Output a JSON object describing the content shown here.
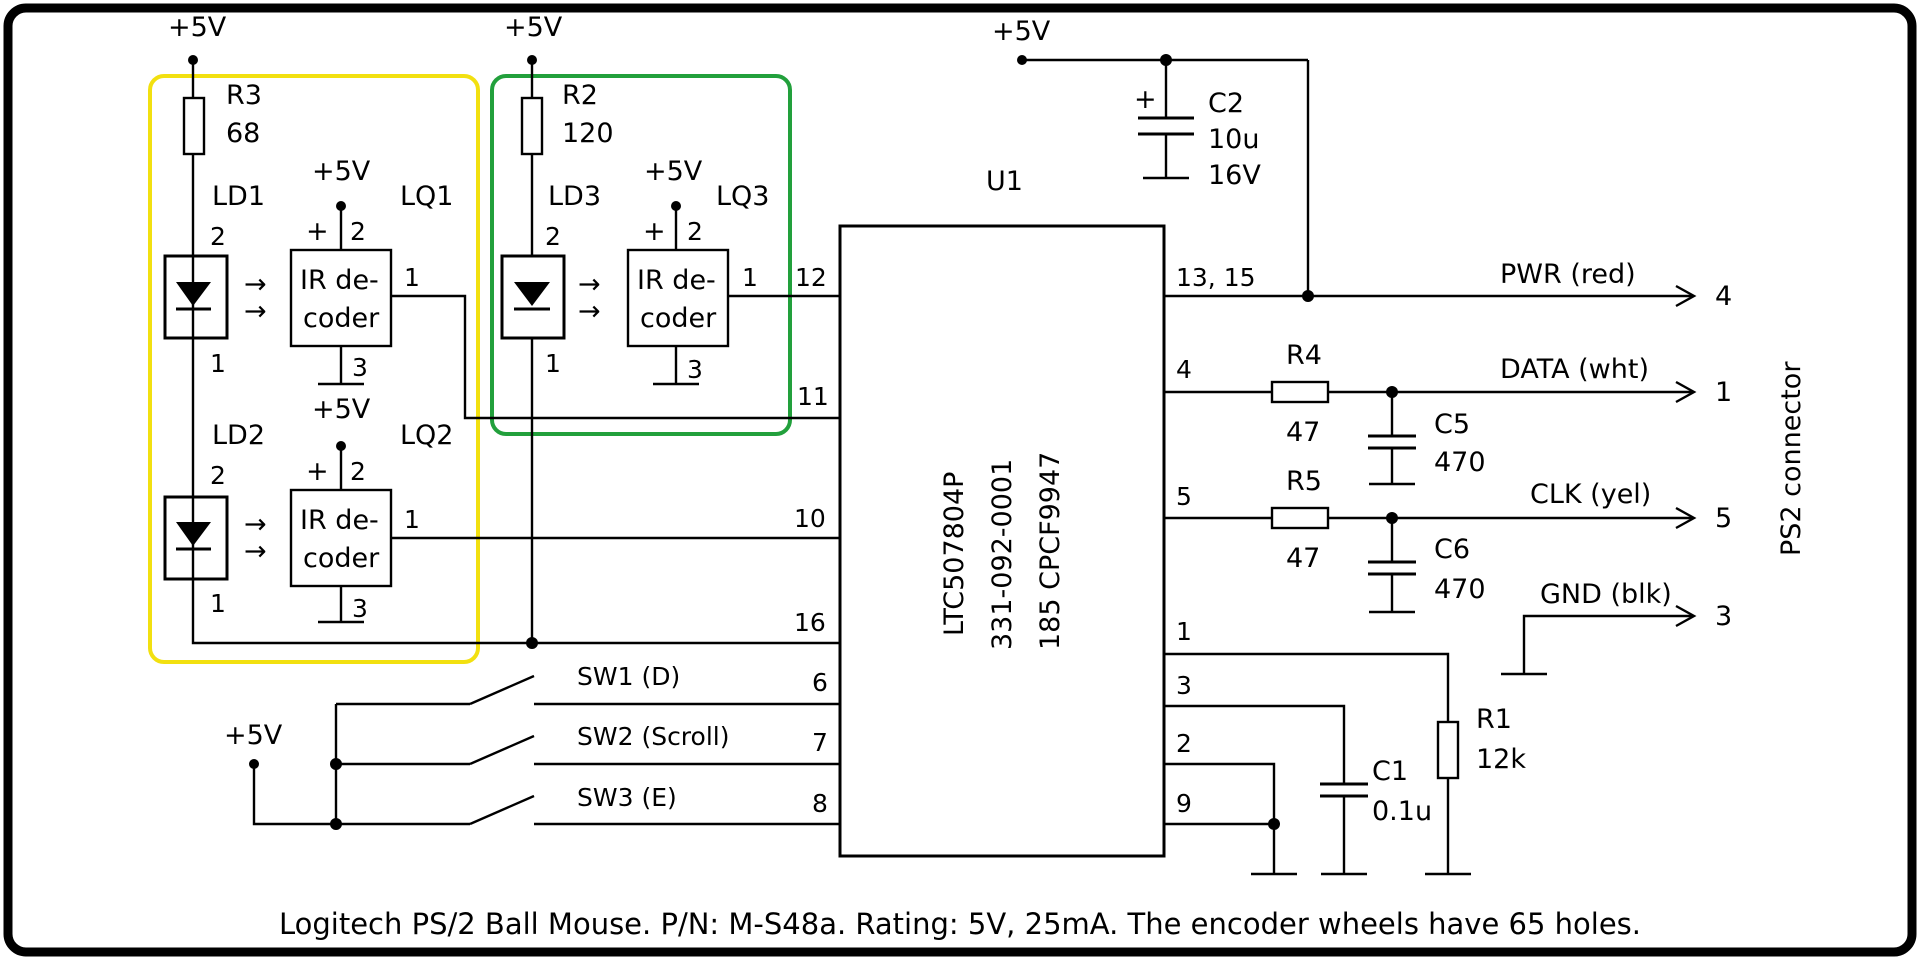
{
  "caption": "Logitech PS/2 Ball Mouse. P/N: M-S48a. Rating: 5V, 25mA. The encoder wheels have 65 holes.",
  "supply_label": "+5V",
  "colors": {
    "frame": "#000000",
    "wire": "#000000",
    "group_yellow": "#F2E010",
    "group_green": "#22A03C"
  },
  "resistors": {
    "r3": {
      "ref": "R3",
      "value": "68"
    },
    "r2": {
      "ref": "R2",
      "value": "120"
    },
    "r4": {
      "ref": "R4",
      "value": "47"
    },
    "r5": {
      "ref": "R5",
      "value": "47"
    },
    "r1": {
      "ref": "R1",
      "value": "12k"
    }
  },
  "capacitors": {
    "c2": {
      "ref": "C2",
      "value": "10u",
      "voltage": "16V"
    },
    "c5": {
      "ref": "C5",
      "value": "470"
    },
    "c6": {
      "ref": "C6",
      "value": "470"
    },
    "c1": {
      "ref": "C1",
      "value": "0.1u"
    }
  },
  "leds": {
    "ld1": {
      "ref": "LD1",
      "pin_top": "2",
      "pin_bottom": "1"
    },
    "ld2": {
      "ref": "LD2",
      "pin_top": "2",
      "pin_bottom": "1"
    },
    "ld3": {
      "ref": "LD3",
      "pin_top": "2",
      "pin_bottom": "1"
    }
  },
  "decoders": {
    "lq1": {
      "ref": "LQ1",
      "line1": "IR de-",
      "line2": "coder",
      "pin_out": "1",
      "pin_plus": "+",
      "pin_vcc": "2",
      "pin_gnd": "3"
    },
    "lq2": {
      "ref": "LQ2",
      "line1": "IR de-",
      "line2": "coder",
      "pin_out": "1",
      "pin_plus": "+",
      "pin_vcc": "2",
      "pin_gnd": "3"
    },
    "lq3": {
      "ref": "LQ3",
      "line1": "IR de-",
      "line2": "coder",
      "pin_out": "1",
      "pin_plus": "+",
      "pin_vcc": "2",
      "pin_gnd": "3"
    }
  },
  "ic": {
    "ref": "U1",
    "part_lines": [
      "LTC507804P",
      "331-092-0001",
      "185  CPCF9947"
    ],
    "left_pins": [
      "12",
      "11",
      "10",
      "16",
      "6",
      "7",
      "8"
    ],
    "right_pins": [
      "13, 15",
      "4",
      "5",
      "1",
      "3",
      "2",
      "9"
    ]
  },
  "switches": {
    "sw1": "SW1 (D)",
    "sw2": "SW2 (Scroll)",
    "sw3": "SW3 (E)"
  },
  "connector": {
    "title": "PS2 connector",
    "signals": [
      {
        "name": "PWR (red)",
        "pin": "4"
      },
      {
        "name": "DATA (wht)",
        "pin": "1"
      },
      {
        "name": "CLK (yel)",
        "pin": "5"
      },
      {
        "name": "GND (blk)",
        "pin": "3"
      }
    ]
  }
}
